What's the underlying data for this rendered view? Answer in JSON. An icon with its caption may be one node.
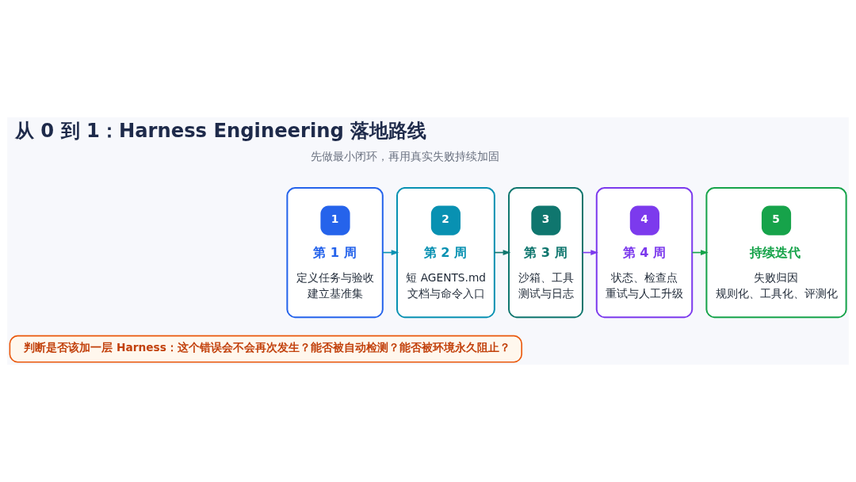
{
  "diagram": {
    "title": "从 0 到 1：Harness Engineering 落地路线",
    "nodes": [
      {
        "text": [
          "1",
          "第 1 周",
          "定义任务与验收",
          "建立基准集"
        ]
      },
      {
        "text": [
          "2",
          "第 2 周",
          "短 AGENTS.md",
          "文档与命令入口"
        ]
      },
      {
        "text": [
          "3",
          "第 3 周",
          "沙箱、工具",
          "测试与日志"
        ]
      },
      {
        "text": [
          "4",
          "第 4 周",
          "状态、检查点",
          "重试与人工升级"
        ]
      },
      {
        "text": [
          "5",
          "持续迭代",
          "失败归因",
          "规则化、工具化、评测化"
        ]
      },
      {
        "text": [
          "判断是否该加一层 Harness：这个错误会不会再次发生？能否被自动检测？能否被环境永久阻止？"
        ]
      }
    ],
    "edges": [
      {
        "from": 0,
        "to": 1,
        "arrow": "to",
        "color": "#0891b2"
      },
      {
        "from": 1,
        "to": 2,
        "arrow": "to",
        "color": "#0f766e"
      },
      {
        "from": 2,
        "to": 3,
        "arrow": "to",
        "color": "#7c3aed"
      },
      {
        "from": 3,
        "to": 4,
        "arrow": "to",
        "color": "#16a34a"
      }
    ],
    "labels": [
      "先做最小闭环，再用真实失败持续加固"
    ]
  }
}
